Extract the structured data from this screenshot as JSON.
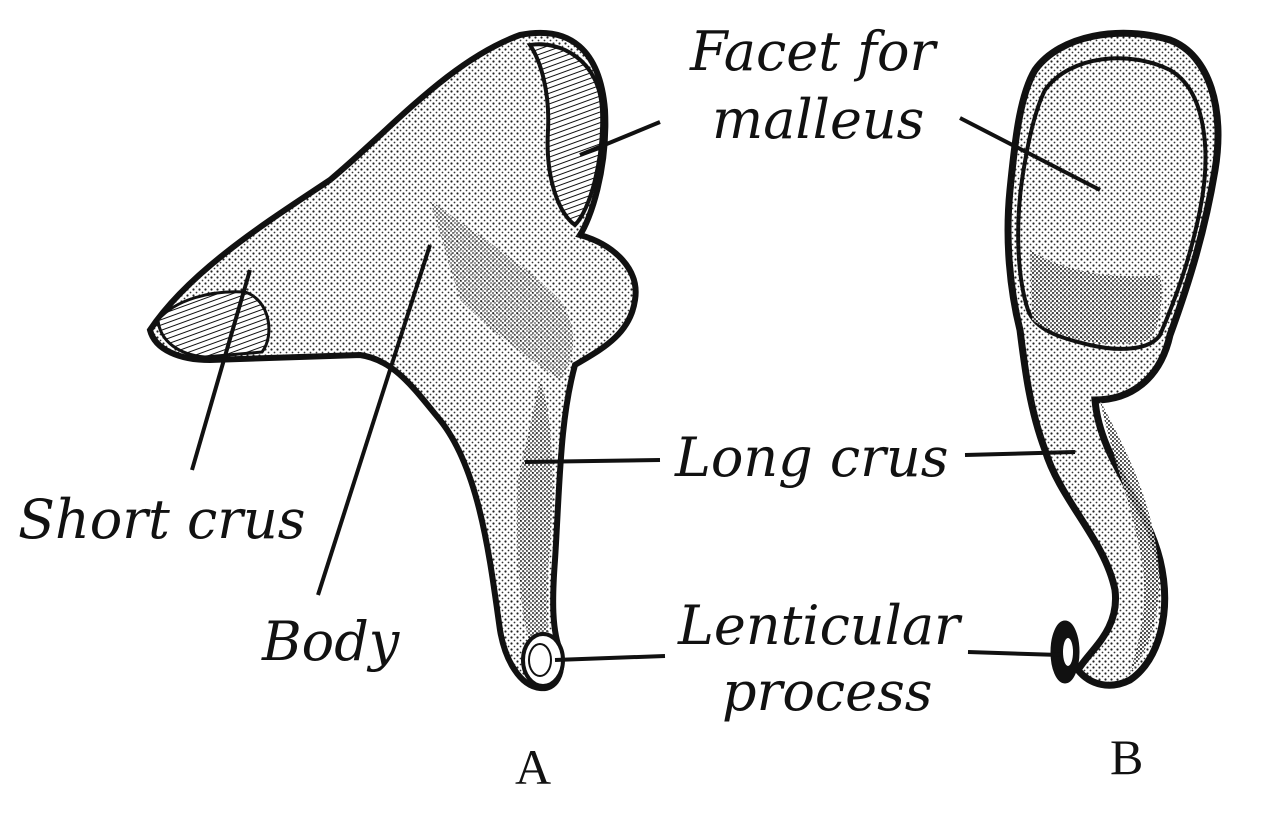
{
  "labels": {
    "facet_line1": "Facet for",
    "facet_line2": "malleus",
    "long_crus": "Long crus",
    "short_crus": "Short crus",
    "body": "Body",
    "lenticular_line1": "Lenticular",
    "lenticular_line2": "process"
  },
  "views": {
    "a": "A",
    "b": "B"
  },
  "colors": {
    "ink": "#111111",
    "paper": "#ffffff",
    "shade": "#9a9a9a"
  }
}
